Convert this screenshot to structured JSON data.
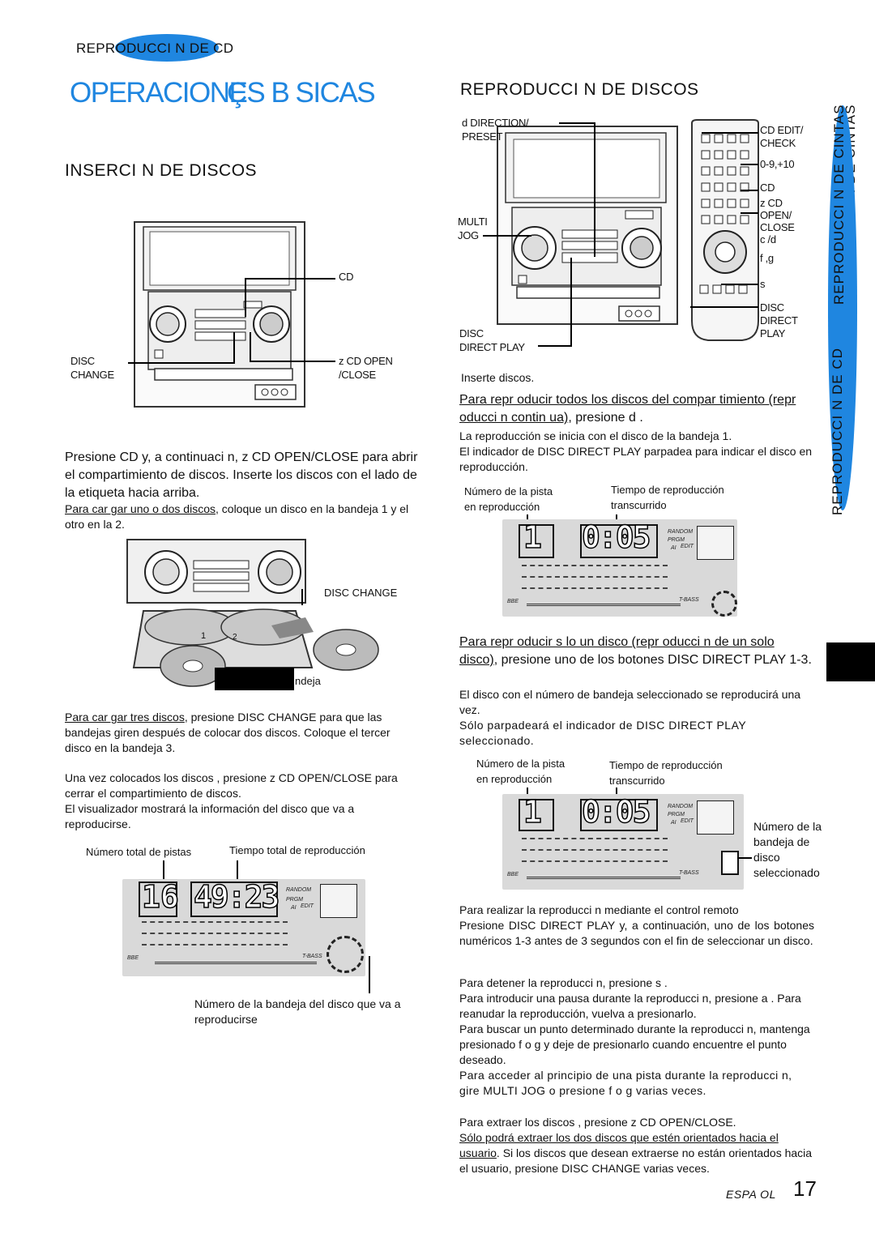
{
  "header": {
    "section_tab": "REPRODUCCI N DE CD",
    "main_title": "OPERACIONES B SICAS",
    "title_overlap": "Ç",
    "side_tab_top": "REPRODUCCI N DE CINTAS",
    "side_tab_middle": "REPRODUCCI N DE CD"
  },
  "left": {
    "heading": "INSERCI N DE DISCOS",
    "device_labels": {
      "cd": "CD",
      "disc_change": "DISC\nCHANGE",
      "cd_open": "z CD OPEN\n/CLOSE"
    },
    "step1_main": "Presione CD y, a continuaci n, z CD OPEN/CLOSE para abrir el compartimiento de discos. Inserte los discos con el lado de la etiqueta hacia arriba.",
    "step1_sub_ul": "Para car gar uno o dos discos",
    "step1_sub": ", coloque un disco en la bandeja 1 y el otro en la 2.",
    "tray_disc_change": "DISC CHANGE",
    "tray_num_1": "1",
    "tray_num_2": "2",
    "tray_caption": "ndeja",
    "three_discs_ul": "Para car gar tres discos",
    "three_discs": ", presione DISC CHANGE para que las bandejas giren después de colocar dos discos. Coloque el tercer disco en la bandeja 3.",
    "close_text": "Una vez colocados los discos , presione z CD OPEN/CLOSE para cerrar el compartimiento de discos.",
    "display_text": "El visualizador mostrará la información del disco que va a reproducirse.",
    "lcd_label_tracks": "Número total de pistas",
    "lcd_label_time": "Tiempo total de reproducción",
    "lcd_digits_tracks": "16",
    "lcd_digits_time": "49:23",
    "lcd_caption": "Número de la bandeja del disco que va a reproducirse"
  },
  "right": {
    "heading": "REPRODUCCI N DE DISCOS",
    "device_labels": {
      "direction": "d DIRECTION/\nPRESET",
      "multi_jog": "MULTI\nJOG",
      "disc_direct_play": "DISC\nDIRECT PLAY"
    },
    "remote_labels": {
      "cd_edit": "CD EDIT/\nCHECK",
      "numbers": "0-9,+10",
      "cd": "CD",
      "cd_open": "z CD\nOPEN/\nCLOSE",
      "c_d": "c /d",
      "f_g": "f ,g",
      "s": "s",
      "disc_direct": "DISC\nDIRECT\nPLAY"
    },
    "insert": "Inserte discos.",
    "all_discs_ul": "Para repr oducir todos los discos del compar timiento (repr oducci n contin ua)",
    "all_discs": ", presione d .",
    "all_discs_note1": "La reproducción se inicia con el disco de la bandeja 1.",
    "all_discs_note2": "El indicador de DISC DIRECT PLAY parpadea para indicar el disco en reproducción.",
    "lcd1_label_track": "Número de la pista\nen reproducción",
    "lcd1_label_time": "Tiempo de reproducción\ntranscurrido",
    "lcd1_track": "1",
    "lcd1_time": "0:05",
    "one_disc_ul": "Para repr oducir s lo un disco (repr oducci n de un solo disco)",
    "one_disc": ", presione uno de los botones DISC DIRECT PLAY 1-3.",
    "one_disc_note1": "El disco con el número de bandeja seleccionado se reproducirá una vez.",
    "one_disc_note2": "Sólo parpadeará el indicador de DISC DIRECT PLAY seleccionado.",
    "lcd2_label_track": "Número de la pista\nen reproducción",
    "lcd2_label_time": "Tiempo de reproducción\ntranscurrido",
    "lcd2_track": "1",
    "lcd2_time": "0:05",
    "lcd2_side": "Número de la\nbandeja de\ndisco\nseleccionado",
    "remote_heading": "Para realizar la reproducci n mediante el control remoto",
    "remote_text": "Presione DISC DIRECT PLAY y, a continuación, uno de los botones numéricos 1-3 antes de 3 segundos con el fin de seleccionar un disco.",
    "stop": "Para detener la reproducci n, presione s .",
    "pause": "Para introducir una pausa durante la reproducci n, presione a . Para reanudar la reproducción, vuelva a presionarlo.",
    "search": "Para buscar un punto determinado durante la reproducci n, mantenga presionado f o g y deje de presionarlo cuando encuentre el punto deseado.",
    "skip": "Para acceder al principio de una pista durante la reproducci n, gire MULTI JOG o presione f o g varias veces.",
    "eject": "Para extraer los discos , presione z CD OPEN/CLOSE.",
    "eject_ul": "Sólo podrá extraer los dos discos que estén orientados hacia el usuario",
    "eject_rest": ". Si los discos que desean extraerse no están orientados hacia el usuario, presione DISC CHANGE varias veces."
  },
  "lcd_misc": {
    "random": "RANDOM",
    "prgm": "PRGM",
    "ai": "AI",
    "edit": "EDIT",
    "bbe": "BBE",
    "tbass": "T-BASS"
  },
  "footer": {
    "lang": "ESPA OL",
    "page_number": "17"
  }
}
